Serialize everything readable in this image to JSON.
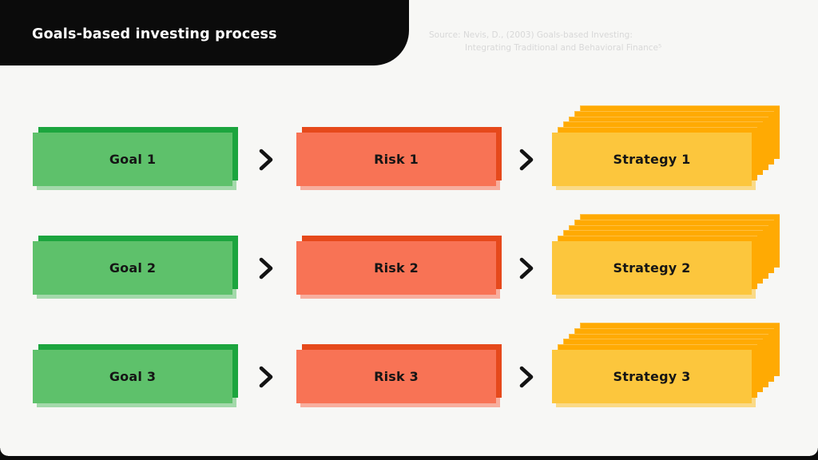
{
  "header": {
    "title": "Goals-based investing process"
  },
  "source": {
    "line1": "Source: Nevis, D., (2003) Goals-based Investing:",
    "line2": "Integrating Traditional and Behavioral Finance⁵"
  },
  "diagram": {
    "rows": [
      {
        "goal": "Goal 1",
        "risk": "Risk 1",
        "strategy": "Strategy 1"
      },
      {
        "goal": "Goal 2",
        "risk": "Risk 2",
        "strategy": "Strategy 2"
      },
      {
        "goal": "Goal 3",
        "risk": "Risk 3",
        "strategy": "Strategy 3"
      }
    ],
    "arrow_glyph": "chevron-right"
  },
  "colors": {
    "background": "#f7f7f5",
    "banner": "#0b0b0b",
    "green_front": "#5ec16b",
    "green_back": "#1ca53e",
    "red_front": "#f87355",
    "red_back": "#e6491b",
    "orange_front": "#fcc63d",
    "orange_back": "#ffaa03",
    "card_text": "#151515",
    "title_text": "#ffffff",
    "source_text": "#d8d8d8"
  }
}
